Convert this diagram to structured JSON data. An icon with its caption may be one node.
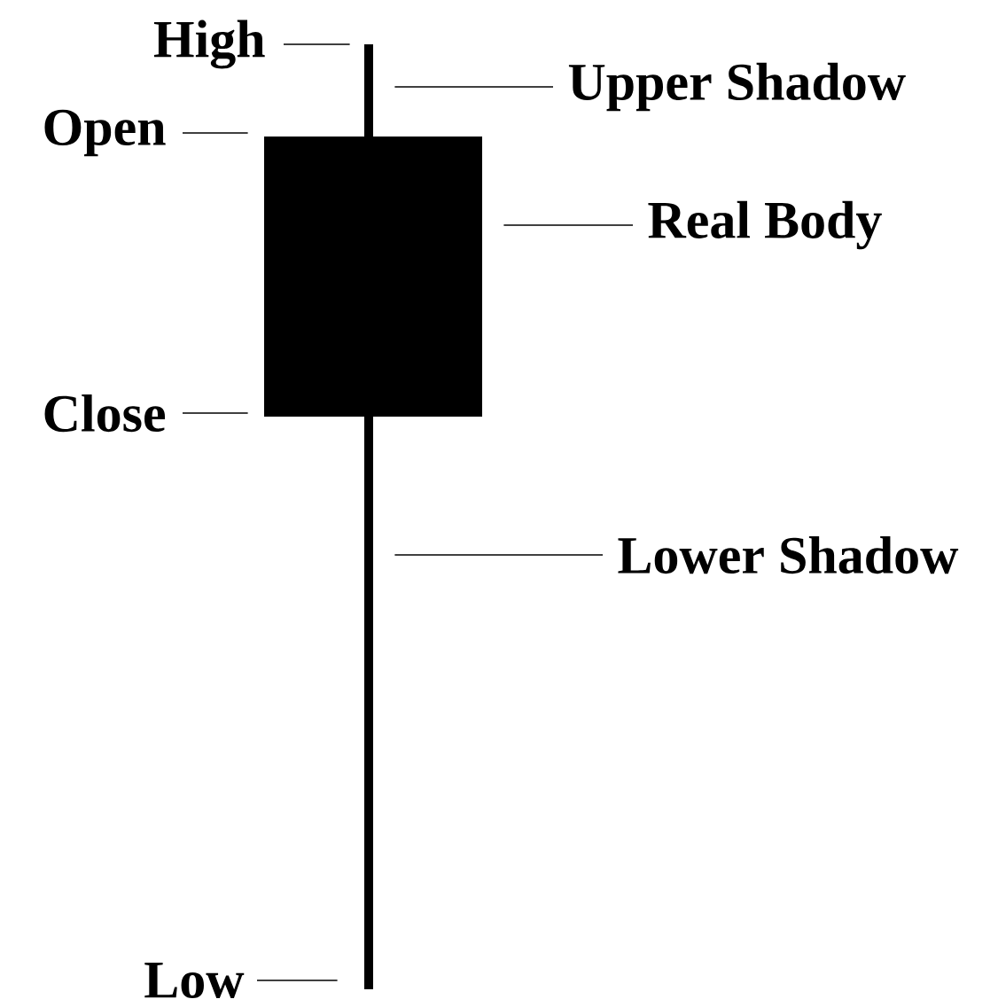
{
  "diagram": {
    "nodes": [
      {
        "text": [
          "High"
        ]
      },
      {
        "text": [
          "Upper Shadow"
        ]
      },
      {
        "text": [
          "Open"
        ]
      },
      {
        "text": [
          "Real Body"
        ]
      },
      {
        "text": [
          "Close"
        ]
      },
      {
        "text": [
          "Lower Shadow"
        ]
      },
      {
        "text": [
          "Low"
        ]
      },
      {
        "text": [],
        "shape": "bar"
      },
      {
        "text": [],
        "shape": "box"
      }
    ],
    "edges": [
      {
        "from": 0,
        "to": 7,
        "arrow": "none"
      },
      {
        "from": 1,
        "to": 7,
        "arrow": "none"
      },
      {
        "from": 2,
        "to": 8,
        "arrow": "none"
      },
      {
        "from": 3,
        "to": 8,
        "arrow": "none"
      },
      {
        "from": 4,
        "to": 8,
        "arrow": "none"
      },
      {
        "from": 5,
        "to": 7,
        "arrow": "none"
      },
      {
        "from": 6,
        "to": 7,
        "arrow": "none"
      }
    ]
  }
}
